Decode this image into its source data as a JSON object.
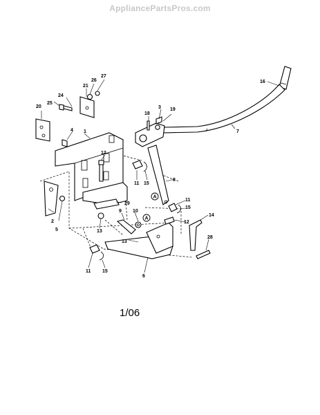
{
  "watermark": "AppliancePartsPros.com",
  "date_code": "1/06",
  "callout_letter": "A",
  "callouts": {
    "p1": "1",
    "p2": "2",
    "p3": "3",
    "p4": "4",
    "p5": "5",
    "p6": "6",
    "p7": "7",
    "p8": "8",
    "p9": "9",
    "p10": "10",
    "p11a": "11",
    "p11b": "11",
    "p11c": "11",
    "p12a": "12",
    "p12b": "12",
    "p13a": "13",
    "p13b": "13",
    "p14": "14",
    "p15a": "15",
    "p15b": "15",
    "p15c": "15",
    "p16": "16",
    "p18": "18",
    "p19": "19",
    "p20": "20",
    "p21": "21",
    "p24": "24",
    "p25": "25",
    "p26": "26",
    "p27": "27",
    "p28": "28",
    "p29": "29"
  }
}
